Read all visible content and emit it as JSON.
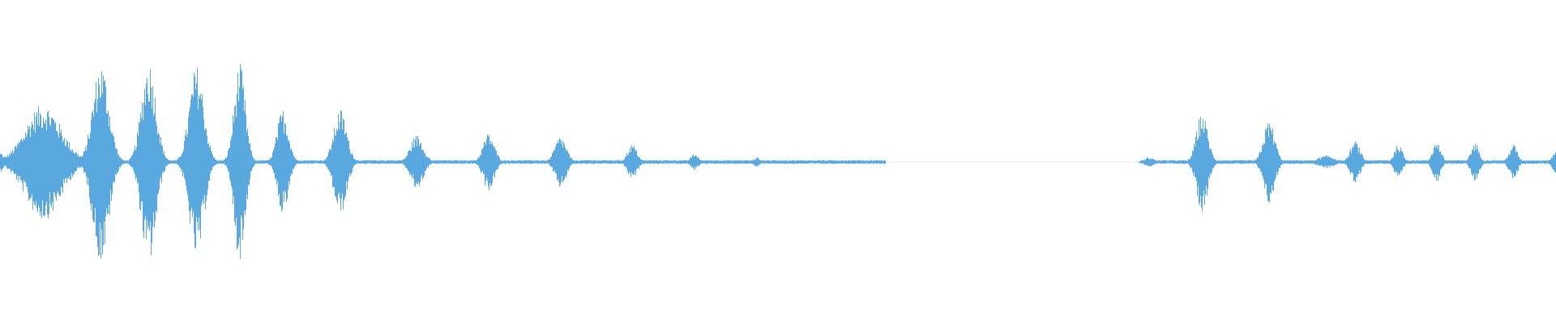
{
  "waveform": {
    "color": "#5aa8e0",
    "bursts": [
      {
        "center_s": 0.0,
        "spread": 4,
        "amplitude": 0.06
      },
      {
        "center_s": 0.45,
        "spread": 22,
        "amplitude": 0.36
      },
      {
        "center_s": 1.05,
        "spread": 10,
        "amplitude": 0.62
      },
      {
        "center_s": 1.55,
        "spread": 9,
        "amplitude": 0.63
      },
      {
        "center_s": 2.05,
        "spread": 9,
        "amplitude": 0.6
      },
      {
        "center_s": 2.5,
        "spread": 7,
        "amplitude": 0.61
      },
      {
        "center_s": 2.95,
        "spread": 7,
        "amplitude": 0.33
      },
      {
        "center_s": 3.55,
        "spread": 8,
        "amplitude": 0.33
      },
      {
        "center_s": 4.35,
        "spread": 8,
        "amplitude": 0.17
      },
      {
        "center_s": 5.1,
        "spread": 7,
        "amplitude": 0.18
      },
      {
        "center_s": 5.85,
        "spread": 7,
        "amplitude": 0.16
      },
      {
        "center_s": 6.6,
        "spread": 6,
        "amplitude": 0.11
      },
      {
        "center_s": 7.25,
        "spread": 5,
        "amplitude": 0.05
      },
      {
        "center_s": 7.9,
        "spread": 4,
        "amplitude": 0.03
      },
      {
        "center_s": 12.0,
        "spread": 6,
        "amplitude": 0.03
      },
      {
        "center_s": 12.55,
        "spread": 7,
        "amplitude": 0.31
      },
      {
        "center_s": 13.25,
        "spread": 7,
        "amplitude": 0.26
      },
      {
        "center_s": 13.85,
        "spread": 10,
        "amplitude": 0.04
      },
      {
        "center_s": 14.15,
        "spread": 6,
        "amplitude": 0.13
      },
      {
        "center_s": 14.6,
        "spread": 5,
        "amplitude": 0.11
      },
      {
        "center_s": 15.0,
        "spread": 5,
        "amplitude": 0.13
      },
      {
        "center_s": 15.4,
        "spread": 5,
        "amplitude": 0.12
      },
      {
        "center_s": 15.8,
        "spread": 5,
        "amplitude": 0.11
      },
      {
        "center_s": 16.25,
        "spread": 5,
        "amplitude": 0.07
      }
    ],
    "quiet_start_s": 9.25,
    "quiet_end_s": 11.9,
    "duration_s": 16.25
  }
}
